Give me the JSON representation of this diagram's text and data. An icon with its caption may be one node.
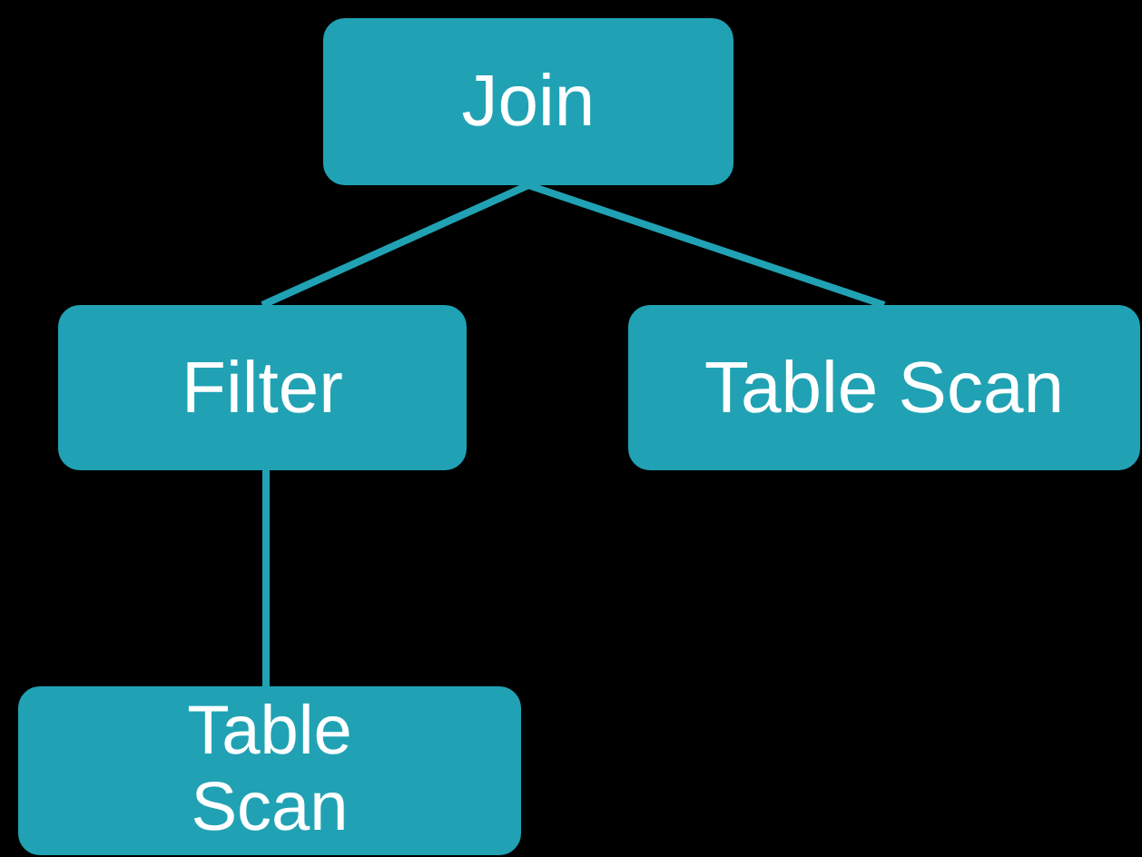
{
  "diagram": {
    "nodes": [
      {
        "text": [
          "Join"
        ]
      },
      {
        "text": [
          "Filter"
        ]
      },
      {
        "text": [
          "Table Scan"
        ]
      },
      {
        "text": [
          "Table Scan"
        ]
      }
    ],
    "edges": [
      {
        "from": 0,
        "to": 1,
        "arrow": "none"
      },
      {
        "from": 0,
        "to": 2,
        "arrow": "none"
      },
      {
        "from": 1,
        "to": 3,
        "arrow": "none"
      }
    ]
  }
}
